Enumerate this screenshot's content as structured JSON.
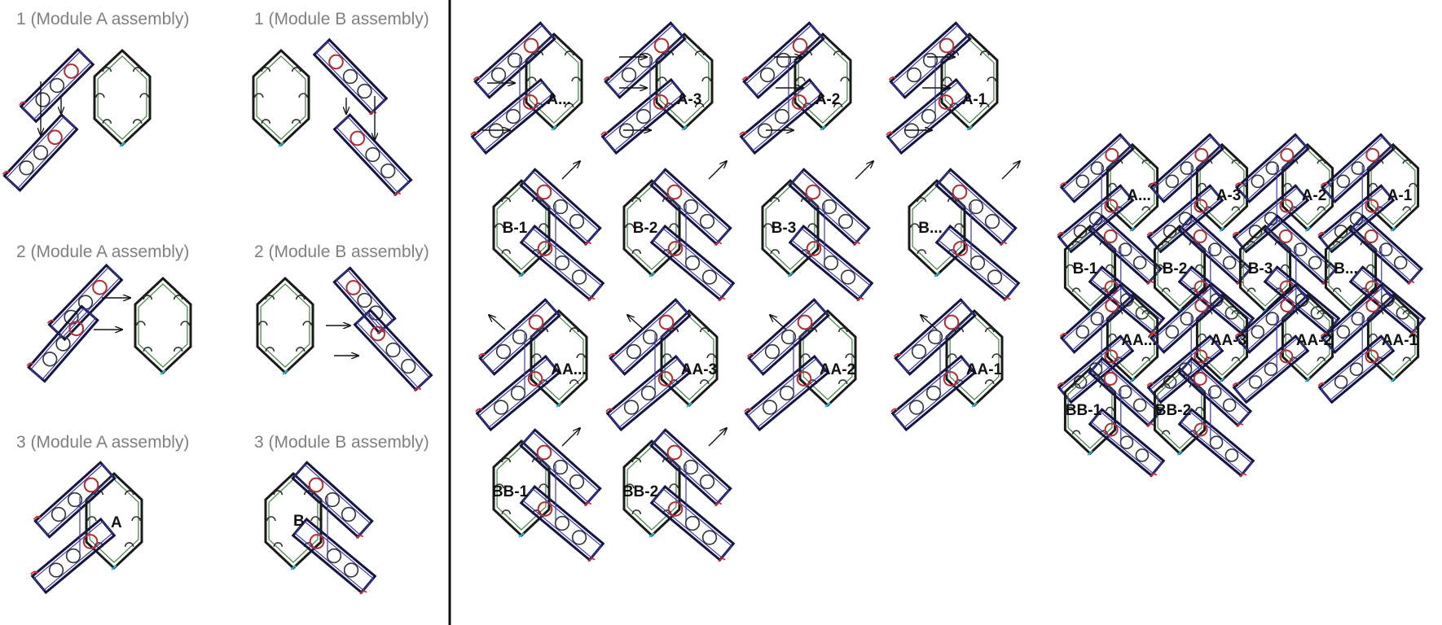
{
  "left_panel": {
    "steps": [
      {
        "module_a_title": "1 (Module A assembly)",
        "module_b_title": "1 (Module B assembly)"
      },
      {
        "module_a_title": "2 (Module A assembly)",
        "module_b_title": "2 (Module B assembly)"
      },
      {
        "module_a_title": "3 (Module A assembly)",
        "module_b_title": "3 (Module B assembly)"
      }
    ],
    "final_a_label": "A",
    "final_b_label": "B"
  },
  "middle_panel": {
    "row_a": [
      "A...",
      "A-3",
      "A-2",
      "A-1"
    ],
    "row_b": [
      "B-1",
      "B-2",
      "B-3",
      "B..."
    ],
    "row_aa": [
      "AA...",
      "AA-3",
      "AA-2",
      "AA-1"
    ],
    "row_bb": [
      "BB-1",
      "BB-2"
    ]
  },
  "right_panel": {
    "row_a": [
      "A...",
      "A-3",
      "A-2",
      "A-1"
    ],
    "row_b": [
      "B-1",
      "B-2",
      "B-3",
      "B..."
    ],
    "row_aa": [
      "AA...",
      "AA-3",
      "AA-2",
      "AA-1"
    ],
    "row_bb": [
      "BB-1",
      "BB-2"
    ]
  },
  "colors": {
    "hex_frame": "#3f7f3f",
    "bar_frame": "#3a3aa8",
    "red_joint": "#d03030",
    "cyan_mark": "#20c0d0",
    "title_gray": "#808080"
  }
}
